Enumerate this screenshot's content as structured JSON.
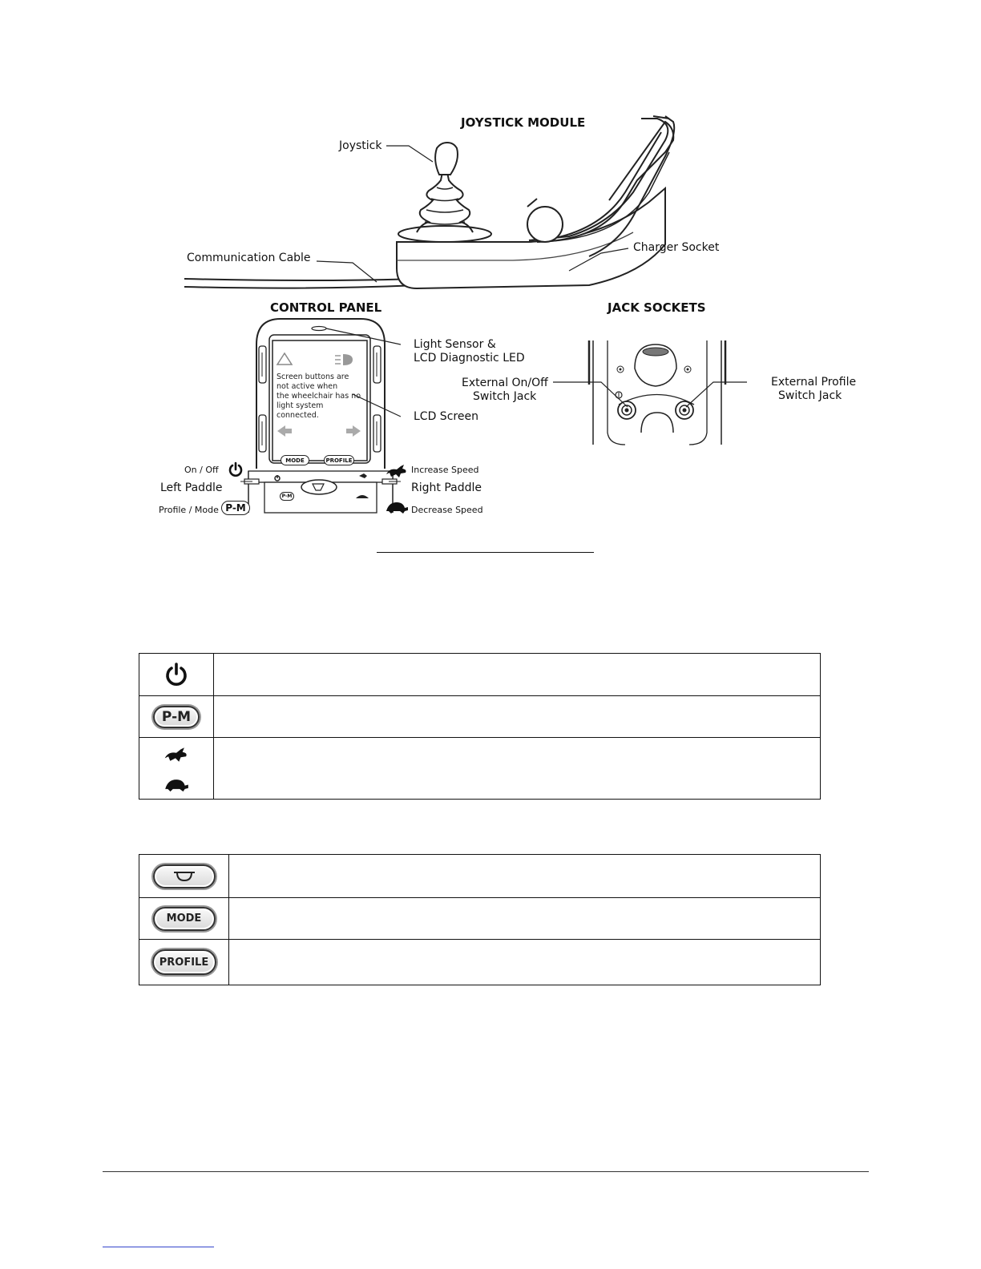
{
  "figure": {
    "joystick_module_title": "JOYSTICK MODULE",
    "joystick_label": "Joystick",
    "communication_cable_label": "Communication Cable",
    "charger_socket_label": "Charger Socket",
    "control_panel_title": "CONTROL PANEL",
    "jack_sockets_title": "JACK SOCKETS",
    "light_sensor_label_line1": "Light Sensor &",
    "light_sensor_label_line2": "LCD Diagnostic LED",
    "lcd_screen_label": "LCD Screen",
    "lcd_message": [
      "Screen buttons are",
      "not active when",
      "the wheelchair has no",
      "light system connected."
    ],
    "mode_button": "MODE",
    "profile_button": "PROFILE",
    "pm_mini": "P-M",
    "on_off_label": "On / Off",
    "left_paddle_label": "Left Paddle",
    "profile_mode_label": "Profile / Mode",
    "pm_badge": "P-M",
    "increase_speed_label": "Increase Speed",
    "right_paddle_label": "Right Paddle",
    "decrease_speed_label": "Decrease Speed",
    "external_onoff_line1": "External On/Off",
    "external_onoff_line2": "Switch Jack",
    "external_profile_line1": "External Profile",
    "external_profile_line2": "Switch Jack"
  },
  "table1": {
    "rows": [
      {
        "icon": "power-icon",
        "text": ""
      },
      {
        "icon": "pm-icon",
        "icon_text": "P-M",
        "text": ""
      },
      {
        "icon": "hare-tortoise-icon",
        "text": ""
      }
    ]
  },
  "table2": {
    "rows": [
      {
        "icon": "horn-icon",
        "text": ""
      },
      {
        "icon": "mode-icon",
        "icon_text": "MODE",
        "text": ""
      },
      {
        "icon": "profile-icon",
        "icon_text": "PROFILE",
        "text": ""
      }
    ]
  }
}
